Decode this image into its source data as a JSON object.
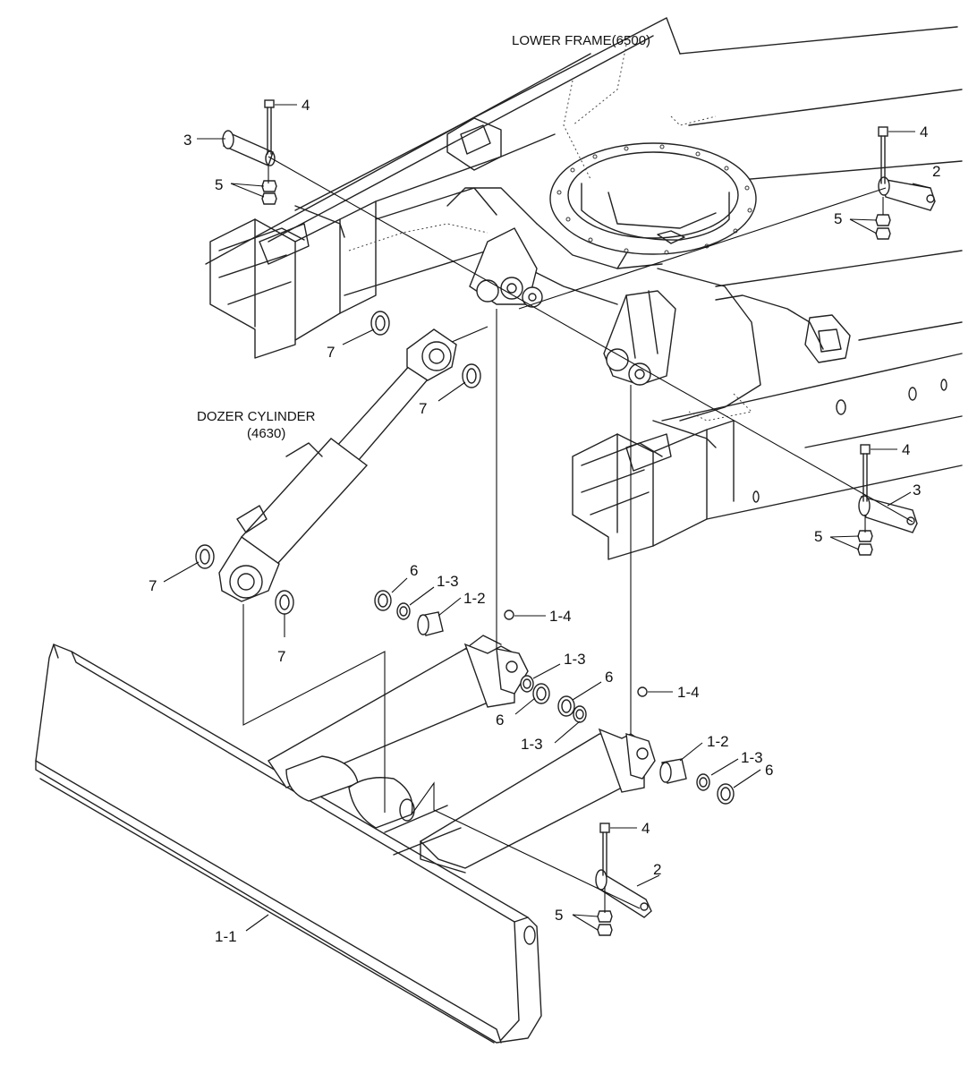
{
  "labels": {
    "lower_frame": "LOWER FRAME(6500)",
    "dozer_cylinder_line1": "DOZER CYLINDER",
    "dozer_cylinder_line2": "(4630)"
  },
  "callouts": {
    "c4a": "4",
    "c3a": "3",
    "c5a": "5",
    "c4b": "4",
    "c2a": "2",
    "c5b": "5",
    "c7a": "7",
    "c7b": "7",
    "c7c": "7",
    "c7d": "7",
    "c4c": "4",
    "c3b": "3",
    "c5c": "5",
    "c6a": "6",
    "c13a": "1-3",
    "c12a": "1-2",
    "c14a": "1-4",
    "c13b": "1-3",
    "c6b": "6",
    "c6c": "6",
    "c13c": "1-3",
    "c14b": "1-4",
    "c12b": "1-2",
    "c13d": "1-3",
    "c6d": "6",
    "c4d": "4",
    "c2b": "2",
    "c5d": "5",
    "c11": "1-1"
  }
}
